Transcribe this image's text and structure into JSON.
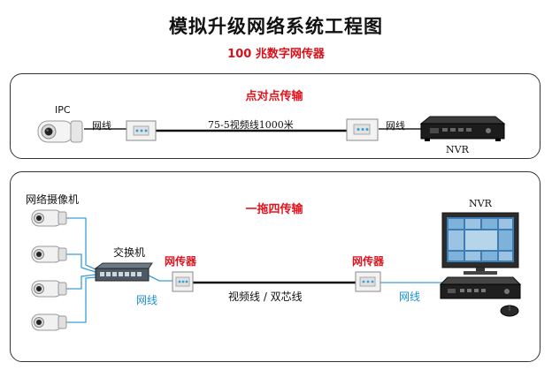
{
  "title": "模拟升级网络系统工程图",
  "subtitle": "100 兆数字网传器",
  "p2p": {
    "heading": "点对点传输",
    "ipc_label": "IPC",
    "net_left": "网线",
    "cable": "75-5视频线1000米",
    "net_right": "网线",
    "nvr_label": "NVR"
  },
  "one_to_four": {
    "heading": "一拖四传输",
    "cameras_label": "网络摄像机",
    "switch_label": "交换机",
    "tx_left_label": "网传器",
    "tx_right_label": "网传器",
    "net_left": "网线",
    "cable": "视频线 / 双芯线",
    "net_right": "网线",
    "nvr_label": "NVR"
  },
  "colors": {
    "red": "#e0141e",
    "blue": "#1e8fd0",
    "cable_blue": "#3a9ed8",
    "cable_black": "#111111"
  }
}
